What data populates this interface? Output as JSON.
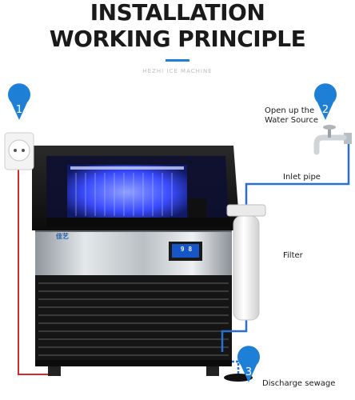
{
  "header": {
    "title_line1": "INSTALLATION",
    "title_line2": "WORKING PRINCIPLE",
    "subtitle": "HEZHI ICE MACHINE"
  },
  "steps": [
    {
      "number": "1"
    },
    {
      "number": "2",
      "label_line1": "Open up the",
      "label_line2": "Water Source"
    },
    {
      "number": "3",
      "label": "Discharge sewage"
    }
  ],
  "parts": {
    "inlet_pipe": "Inlet pipe",
    "filter": "Filter"
  },
  "machine": {
    "brand": "佳艺",
    "display": "9 8"
  },
  "colors": {
    "accent": "#1e7fd6",
    "power_wire": "#d62828",
    "water_pipe": "#2a6fd6",
    "blue_light": "#2b45ff"
  }
}
